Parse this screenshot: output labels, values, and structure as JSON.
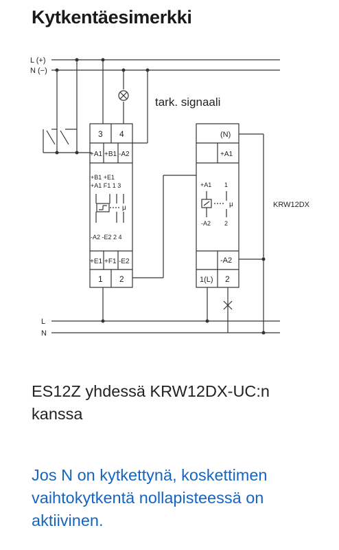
{
  "title": "Kytkentäesimerkki",
  "diagram": {
    "bus_top": {
      "L": "L (+)",
      "N": "N (−)"
    },
    "bus_bottom": {
      "L": "L",
      "N": "N"
    },
    "signal_label": "tark. signaali",
    "es12z": {
      "term_3": "3",
      "term_4": "4",
      "in_a1": "+A1",
      "in_b1": "+B1",
      "in_a2": "-A2",
      "inner_row1": "+B1 +E1",
      "inner_row2": "+A1  F1  1  3",
      "inner_bottom": "-A2 -E2  2  4",
      "in_e1": "+E1",
      "in_f1": "+F1",
      "in_e2": "-E2",
      "term_1": "1",
      "term_2": "2"
    },
    "krw12dx": {
      "label": "KRW12DX",
      "term_n": "(N)",
      "in_a1": "+A1",
      "inner_a1": "+A1",
      "inner_1": "1",
      "inner_a2": "-A2",
      "inner_2": "2",
      "in_a2": "-A2",
      "term_1l": "1(L)",
      "term_2": "2"
    },
    "colors": {
      "line": "#333333",
      "note_text": "#1565c0"
    }
  },
  "caption": {
    "line1": "ES12Z yhdessä KRW12DX-UC:n",
    "line2": "kanssa"
  },
  "note": {
    "line1": "Jos N on kytkettynä, koskettimen",
    "line2": "vaihtokytkentä nollapisteessä on",
    "line3": "aktiivinen."
  }
}
